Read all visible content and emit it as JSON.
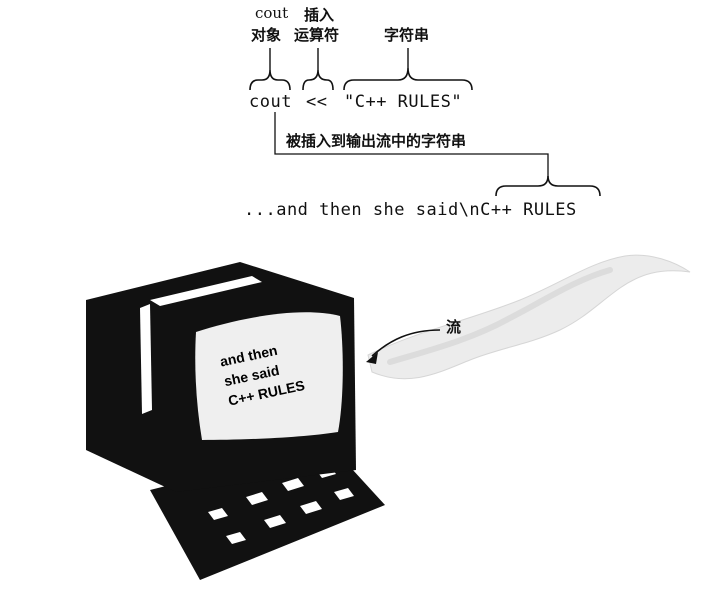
{
  "labels": {
    "cout_word": "cout",
    "object": "对象",
    "insert": "插入",
    "operator": "运算符",
    "string": "字符串",
    "inserted_string": "被插入到输出流中的字符串",
    "stream": "流"
  },
  "code": {
    "cout": "cout",
    "op": "<<",
    "literal": "\"C++ RULES\""
  },
  "output_line": "...and then she said\\nC++ RULES",
  "screen": {
    "line1": "and then",
    "line2": "she said",
    "line3": "C++ RULES"
  }
}
